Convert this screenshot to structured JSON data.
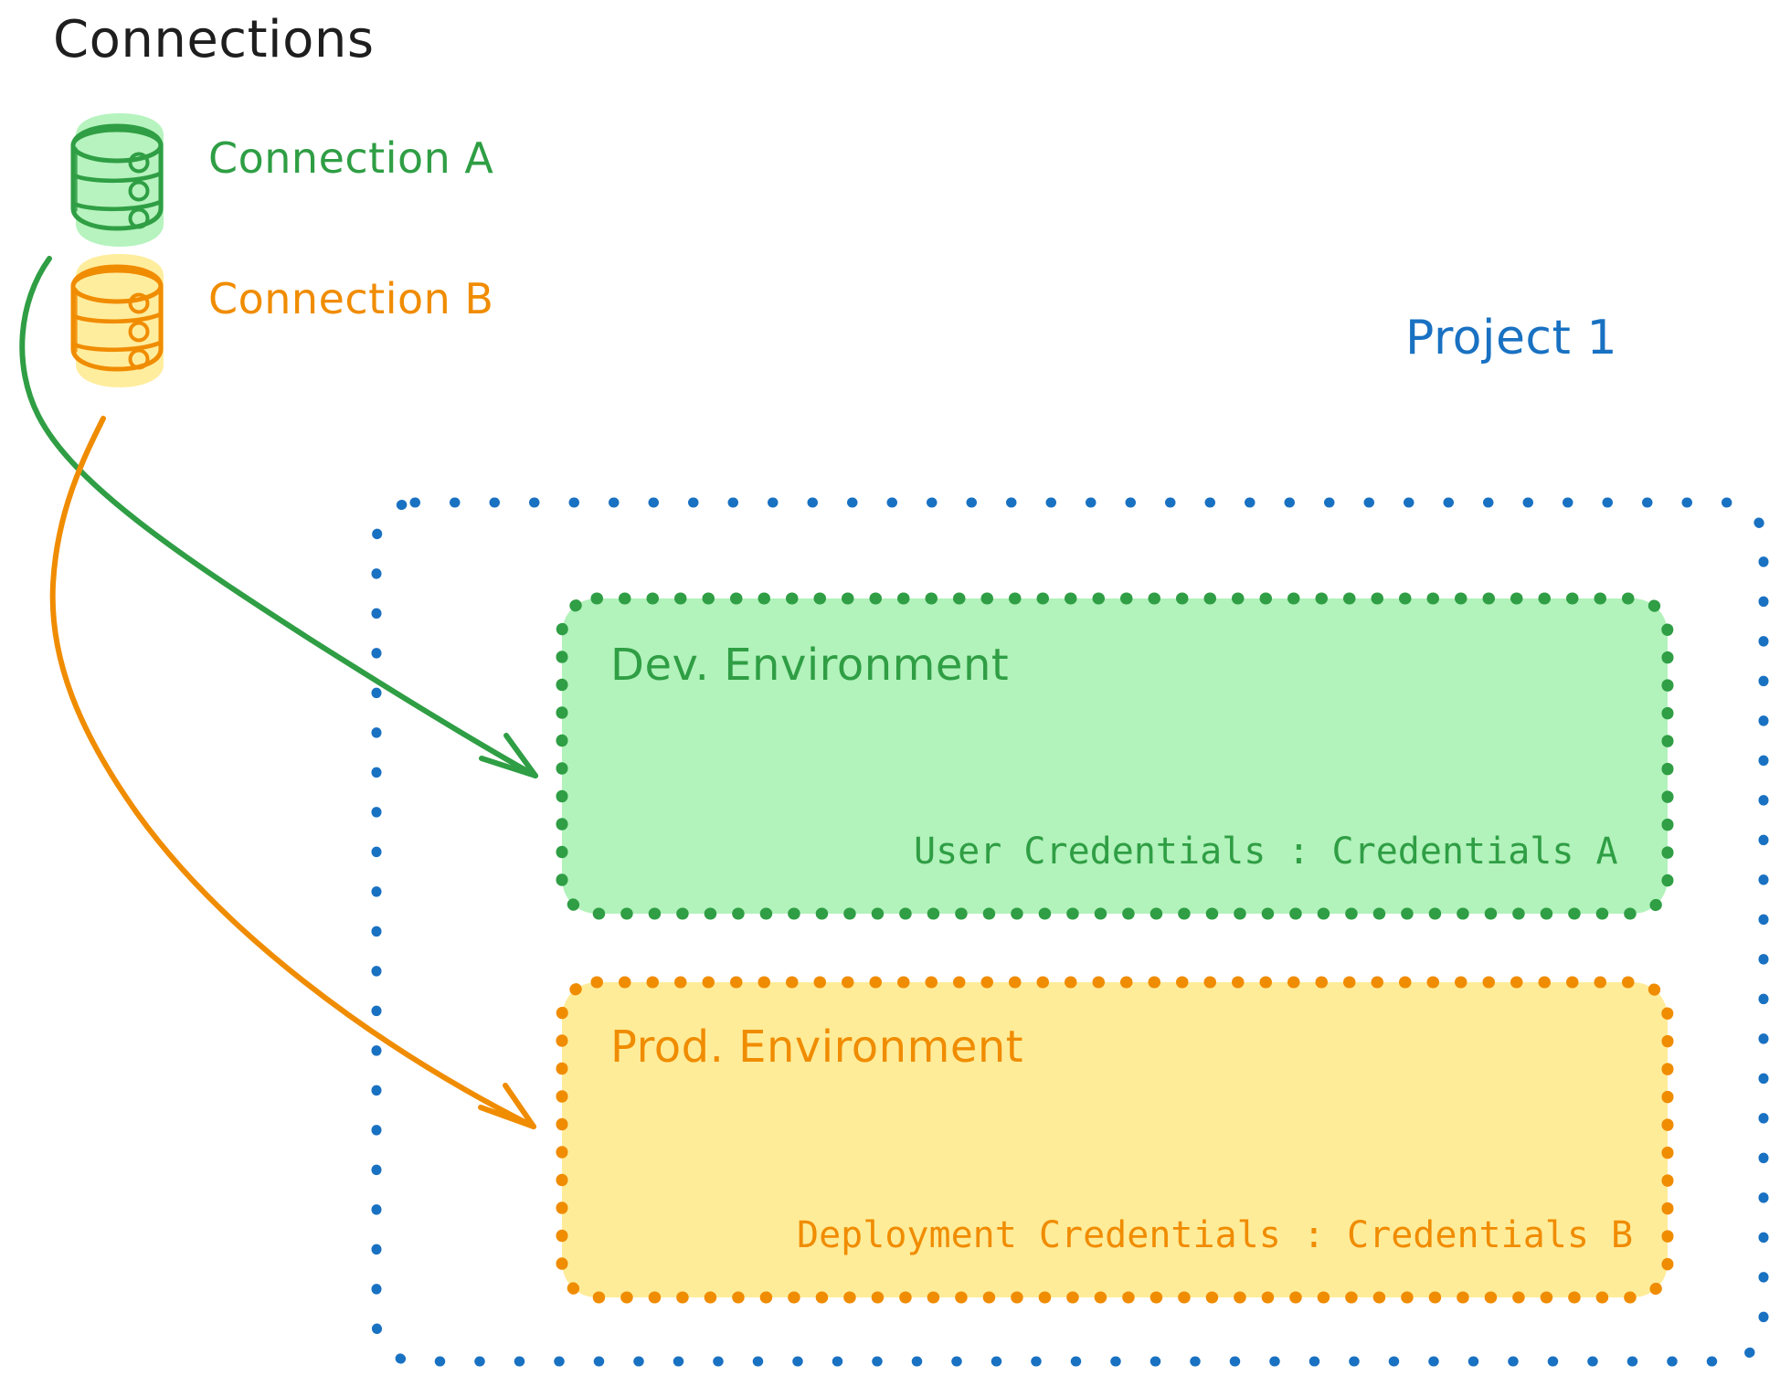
{
  "diagram": {
    "title": "Connections",
    "title_color": "#1e1e1e"
  },
  "connections": {
    "heading": "Connections",
    "items": [
      {
        "id": "connection-a",
        "label": "Connection A",
        "icon": "database-cylinder-icon",
        "stroke_color": "#2f9e44",
        "fill_color": "#b2f2bb"
      },
      {
        "id": "connection-b",
        "label": "Connection B",
        "icon": "database-cylinder-icon",
        "stroke_color": "#f08c00",
        "fill_color": "#ffec99"
      }
    ]
  },
  "project": {
    "label": "Project 1",
    "border_color": "#1971c2",
    "border_style": "dotted",
    "environments": [
      {
        "id": "dev-environment",
        "title": "Dev. Environment",
        "credential_label": "User Credentials",
        "credential_separator": ":",
        "credential_value": "Credentials A",
        "credential_line": "User Credentials : Credentials A",
        "stroke_color": "#2f9e44",
        "fill_color": "#b2f2bb"
      },
      {
        "id": "prod-environment",
        "title": "Prod. Environment",
        "credential_label": "Deployment Credentials",
        "credential_separator": ":",
        "credential_value": "Credentials B",
        "credential_line": "Deployment Credentials : Credentials B",
        "stroke_color": "#f08c00",
        "fill_color": "#ffec99"
      }
    ]
  },
  "arrows": [
    {
      "id": "arrow-connection-a-to-dev",
      "from": "Connection A",
      "to": "Dev. Environment",
      "color": "#2f9e44"
    },
    {
      "id": "arrow-connection-b-to-prod",
      "from": "Connection B",
      "to": "Prod. Environment",
      "color": "#f08c00"
    }
  ],
  "palette": {
    "black": "#1e1e1e",
    "green_stroke": "#2f9e44",
    "green_fill": "#b2f2bb",
    "orange_stroke": "#f08c00",
    "orange_fill": "#ffec99",
    "blue_stroke": "#1971c2",
    "background": "#ffffff"
  }
}
